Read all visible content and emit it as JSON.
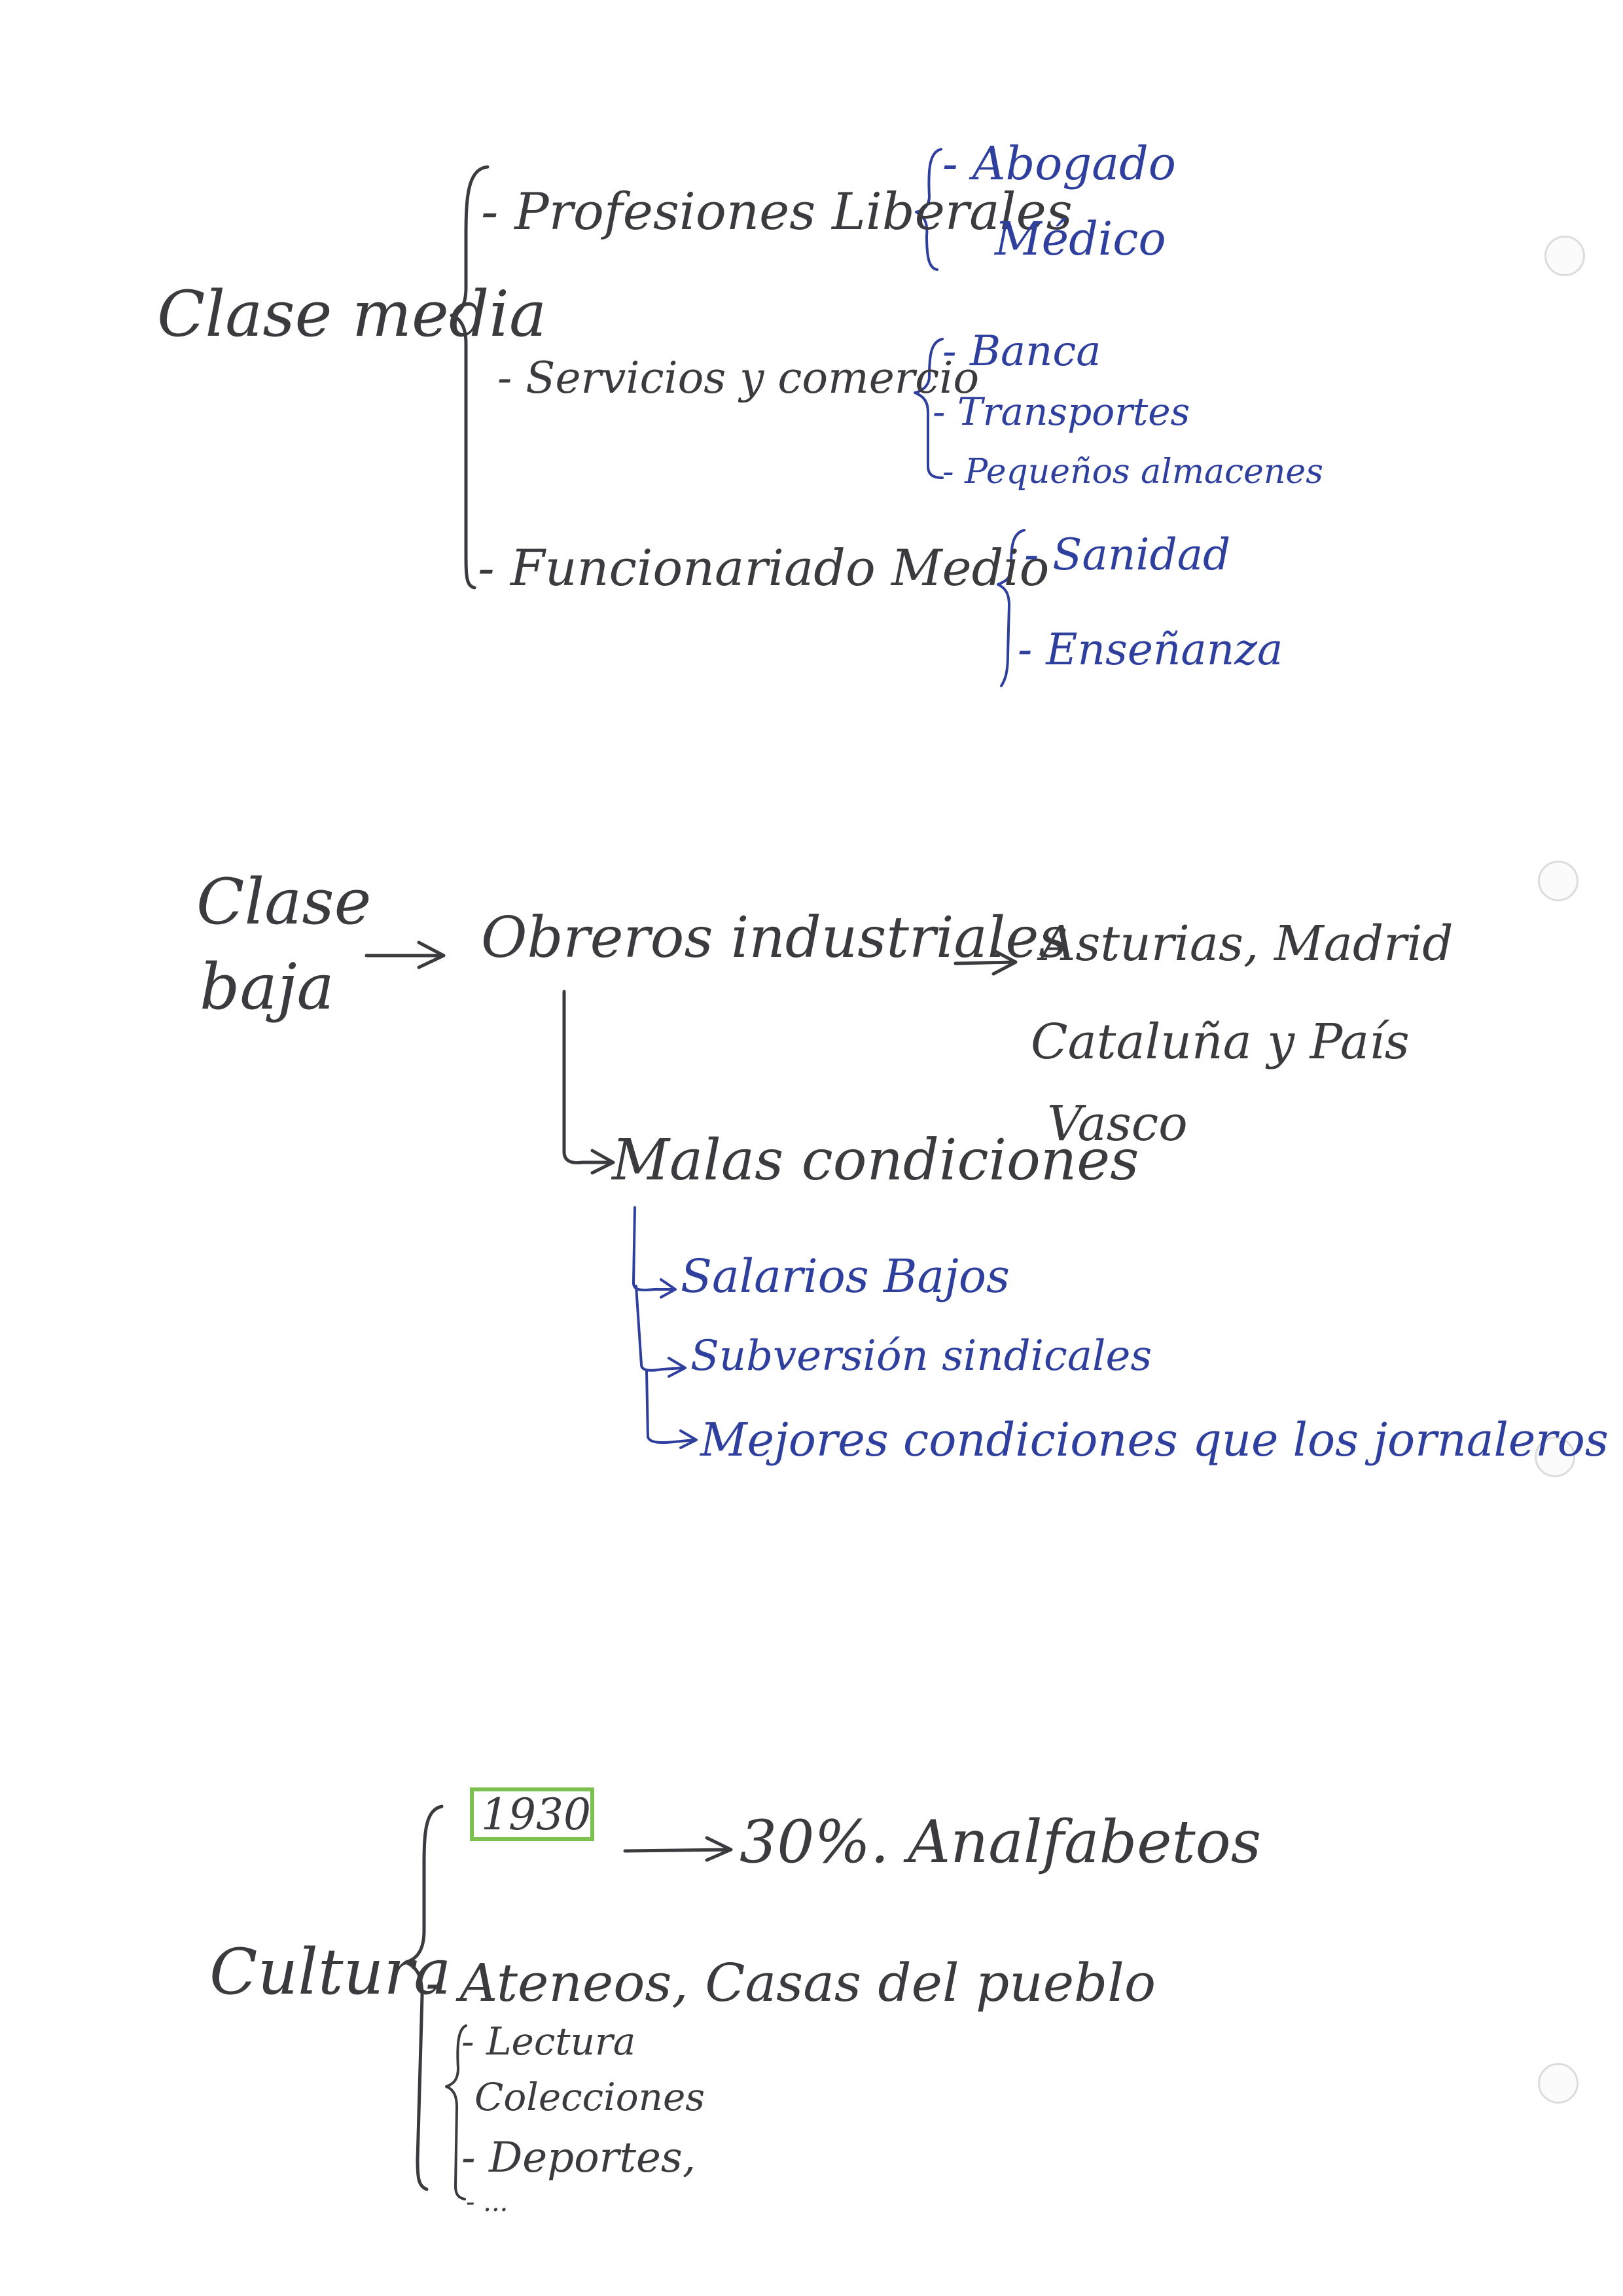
{
  "colors": {
    "pencil": "#3b3b3f",
    "blue_pen": "#2e3f9e",
    "highlight_box": "#7cc050"
  },
  "clase_media": {
    "title": "Clase media",
    "branches": [
      {
        "label": "- Profesiones Liberales",
        "items": [
          "- Abogado",
          "Médico"
        ]
      },
      {
        "label": "- Servicios y comercio",
        "items": [
          "- Banca",
          "- Transportes",
          "- Pequeños almacenes"
        ]
      },
      {
        "label": "- Funcionariado Medio",
        "items": [
          "- Sanidad",
          "- Enseñanza"
        ]
      }
    ]
  },
  "clase_baja": {
    "title_line1": "Clase",
    "title_line2": "baja",
    "obreros": "Obreros industriales",
    "regions_line1": "Asturias, Madrid",
    "regions_line2": "Cataluña y País",
    "regions_line3": "Vasco",
    "condiciones": "Malas condiciones",
    "items": [
      "Salarios Bajos",
      "Subversión sindicales",
      "Mejores condiciones que los jornaleros"
    ]
  },
  "cultura": {
    "title": "Cultura",
    "year": "1930",
    "analfabetos": "30%. Analfabetos",
    "ateneos": "- Ateneos, Casas del pueblo",
    "items": [
      "- Lectura",
      "Colecciones",
      "- Deportes,",
      "- ..."
    ]
  }
}
